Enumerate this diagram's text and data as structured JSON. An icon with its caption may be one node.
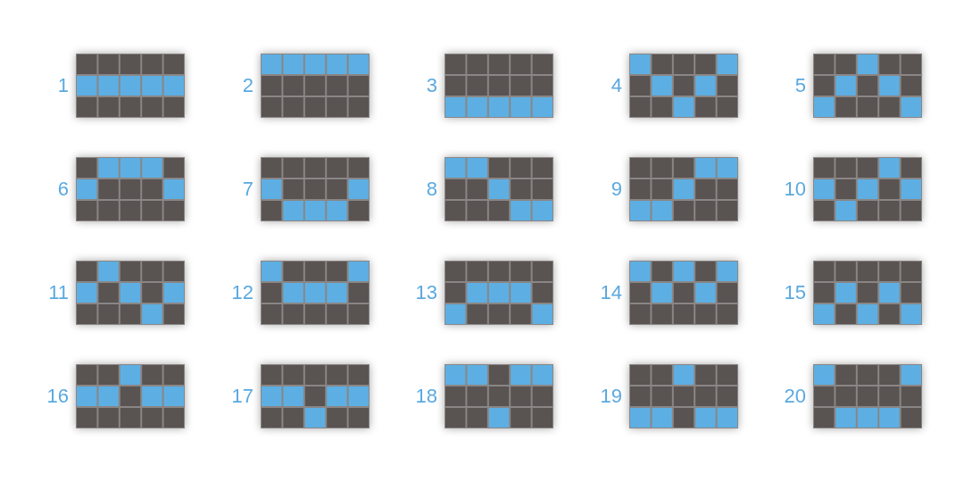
{
  "diagram": {
    "nodes": [
      {
        "text": [
          "1"
        ]
      },
      {
        "text": [
          "2"
        ]
      },
      {
        "text": [
          "3"
        ]
      },
      {
        "text": [
          "4"
        ]
      },
      {
        "text": [
          "5"
        ]
      },
      {
        "text": [
          "6"
        ]
      },
      {
        "text": [
          "7"
        ]
      },
      {
        "text": [
          "8"
        ]
      },
      {
        "text": [
          "9"
        ]
      },
      {
        "text": [
          "10"
        ]
      },
      {
        "text": [
          "11"
        ]
      },
      {
        "text": [
          "12"
        ]
      },
      {
        "text": [
          "13"
        ]
      },
      {
        "text": [
          "14"
        ]
      },
      {
        "text": [
          "15"
        ]
      },
      {
        "text": [
          "16"
        ]
      },
      {
        "text": [
          "17"
        ]
      },
      {
        "text": [
          "18"
        ]
      },
      {
        "text": [
          "19"
        ]
      },
      {
        "text": [
          "20"
        ]
      }
    ],
    "edges": []
  }
}
